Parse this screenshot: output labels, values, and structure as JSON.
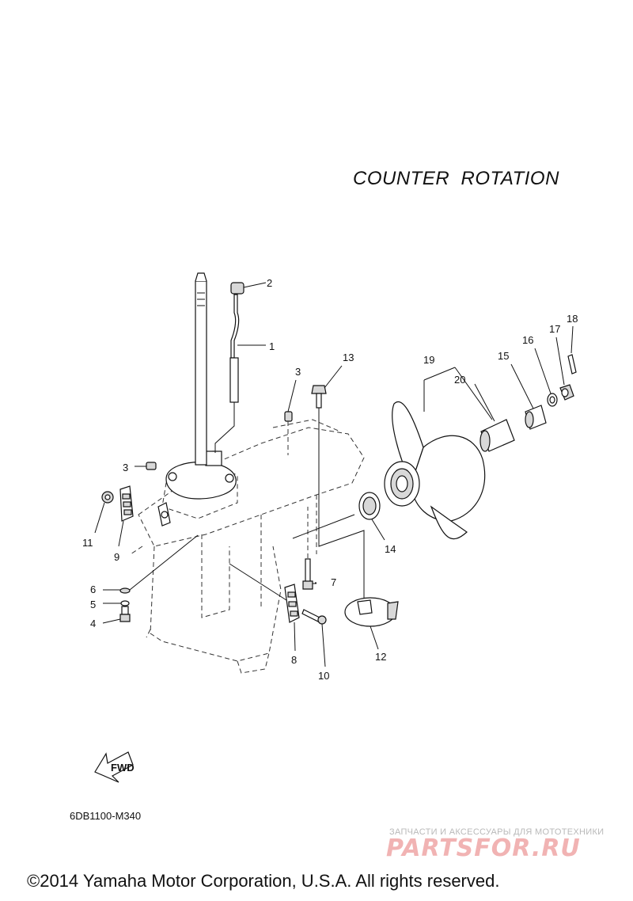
{
  "title": "COUNTER  ROTATION",
  "drawing_code": "6DB1100-M340",
  "fwd_label": "FWD",
  "watermark": {
    "tagline": "ЗАПЧАСТИ И АКСЕССУАРЫ ДЛЯ МОТОТЕХНИКИ",
    "logo": "PARTSFOR.RU"
  },
  "copyright": "©2014 Yamaha Motor Corporation, U.S.A. All rights reserved.",
  "callouts": {
    "c1": "1",
    "c2": "2",
    "c3a": "3",
    "c3b": "3",
    "c4": "4",
    "c5": "5",
    "c6": "6",
    "c7": "7",
    "c8": "8",
    "c9": "9",
    "c10": "10",
    "c11": "11",
    "c12": "12",
    "c13": "13",
    "c14": "14",
    "c15": "15",
    "c16": "16",
    "c17": "17",
    "c18": "18",
    "c19": "19",
    "c20": "20"
  }
}
